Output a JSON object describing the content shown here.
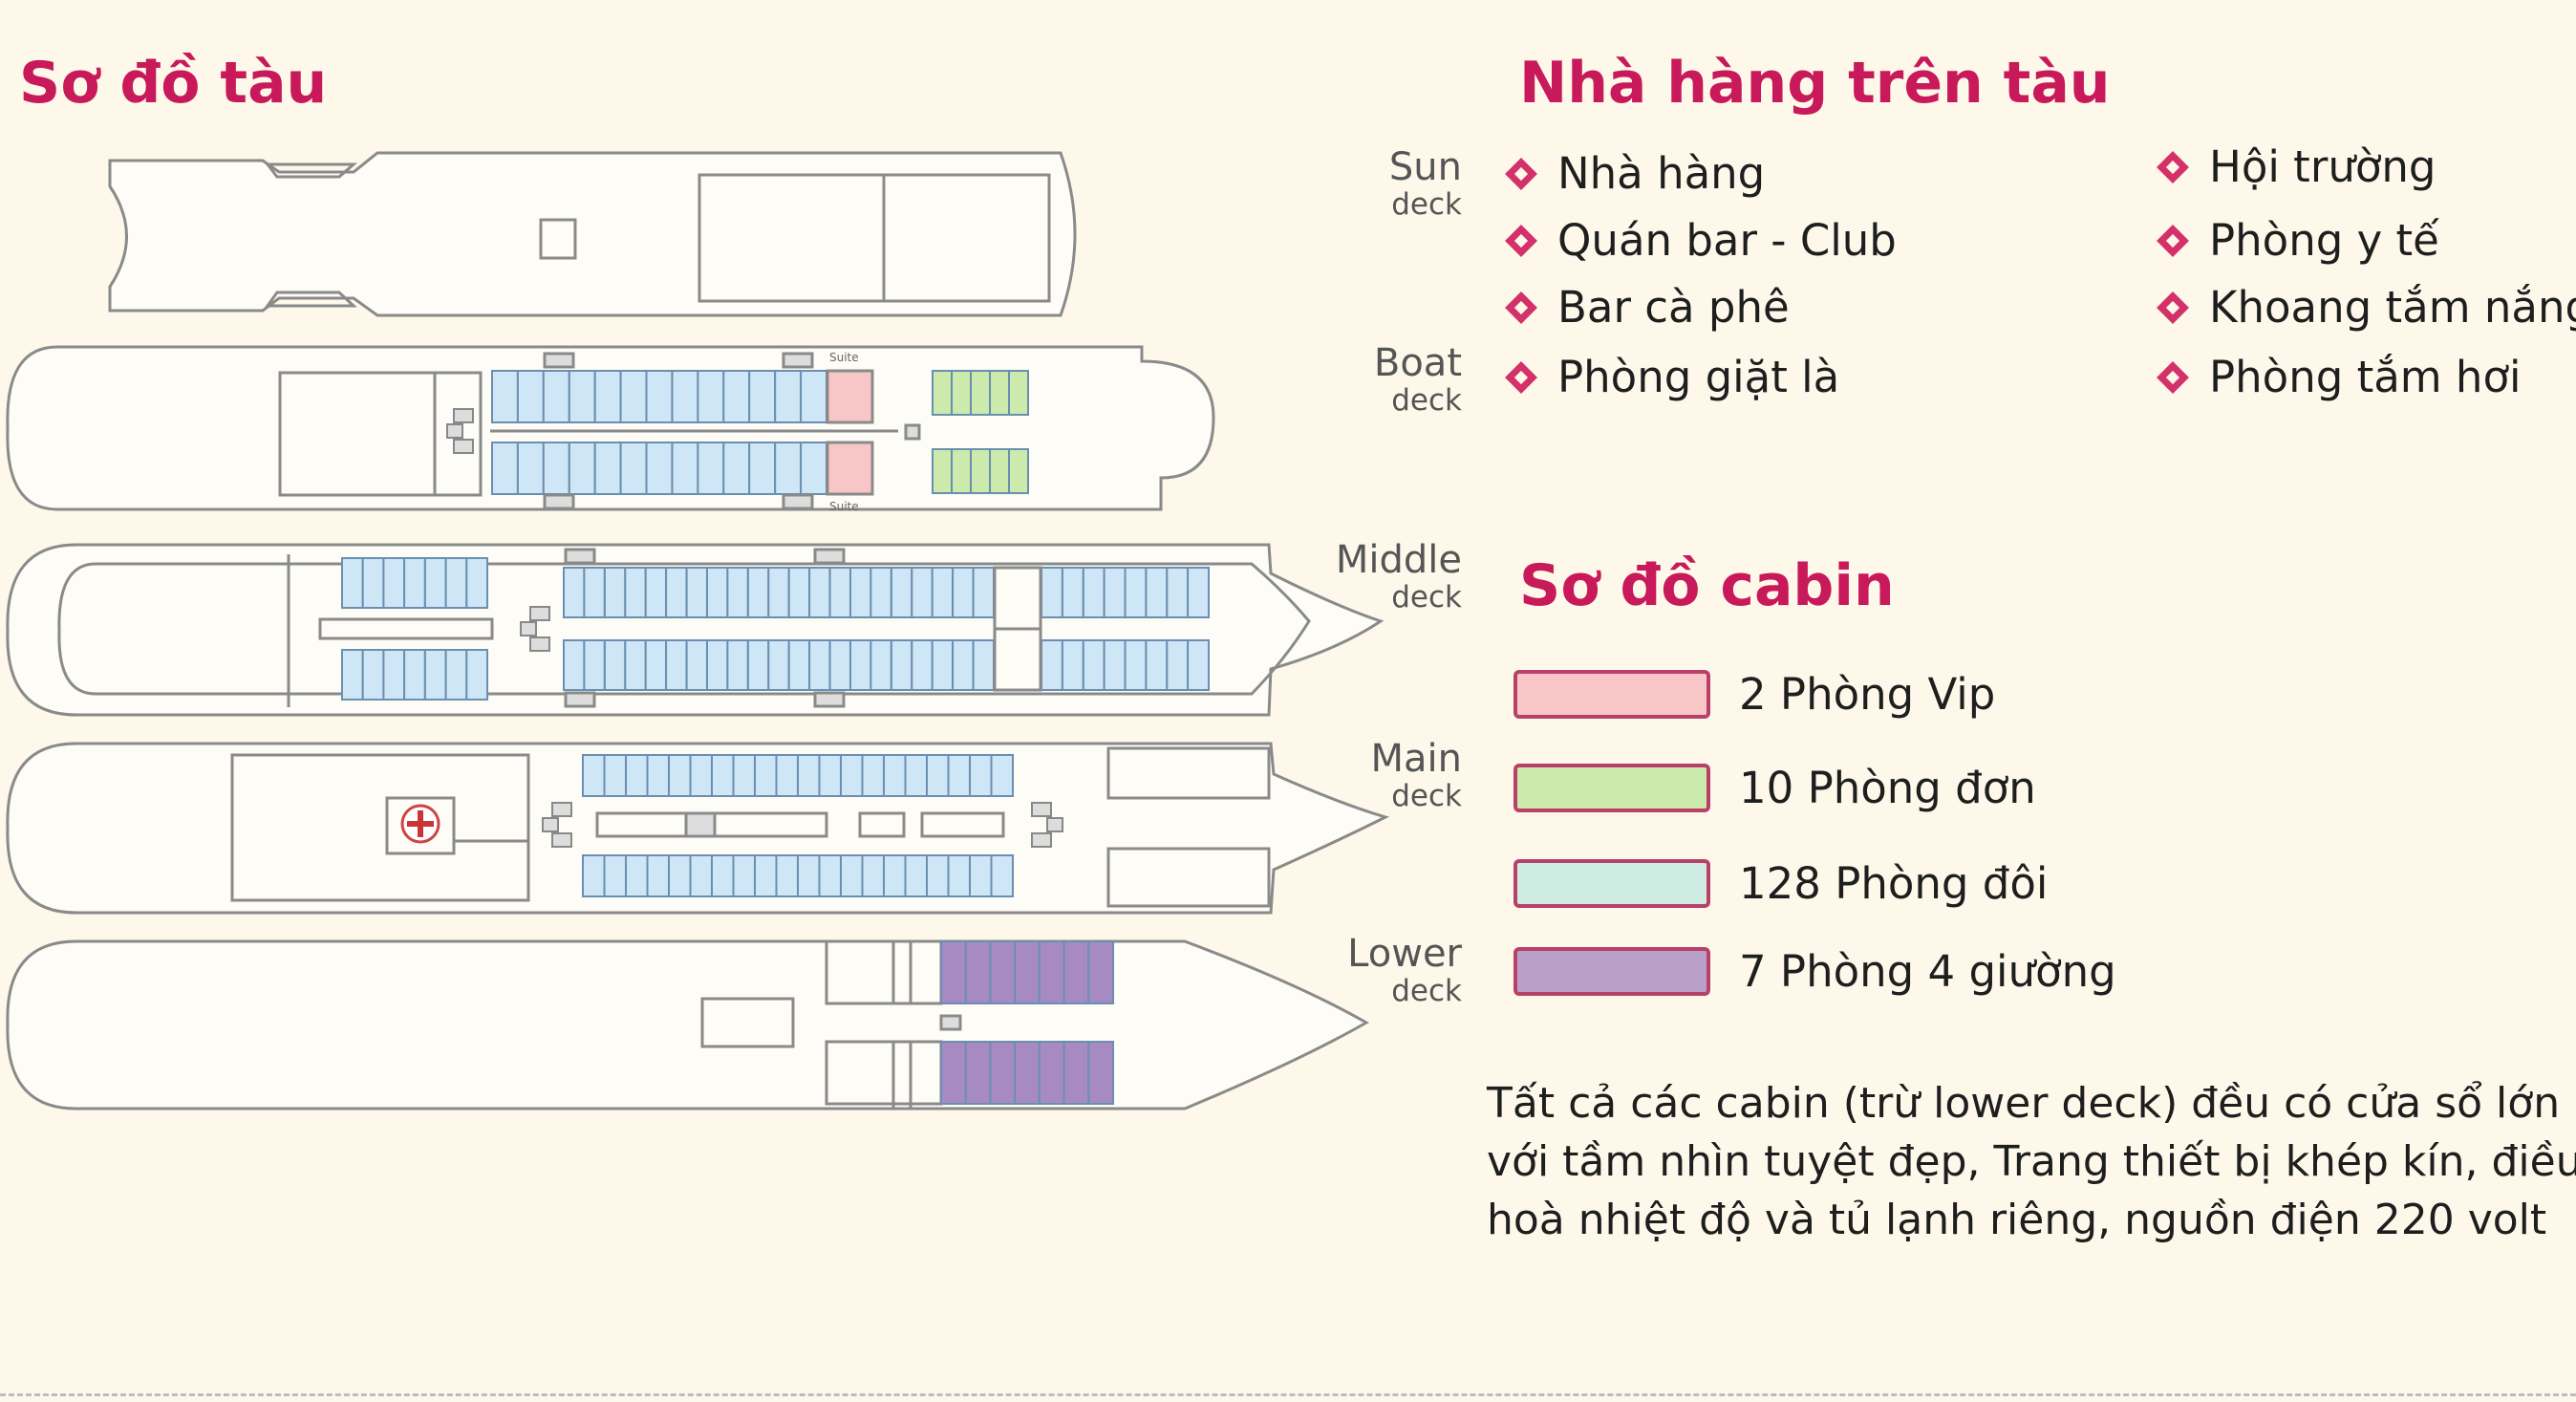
{
  "ship_map": {
    "title": "Sơ đồ tàu",
    "decks": [
      {
        "name": "Sun",
        "sub": "deck"
      },
      {
        "name": "Boat",
        "sub": "deck"
      },
      {
        "name": "Middle",
        "sub": "deck"
      },
      {
        "name": "Main",
        "sub": "deck"
      },
      {
        "name": "Lower",
        "sub": "deck"
      }
    ],
    "suite_labels": [
      "Suite",
      "Suite"
    ]
  },
  "restaurant": {
    "title": "Nhà hàng trên tàu",
    "facilities_left": [
      "Nhà hàng",
      "Quán bar - Club",
      "Bar cà phê",
      "Phòng giặt là"
    ],
    "facilities_right": [
      "Hội trường",
      "Phòng y tế",
      "Khoang tắm nắng",
      "Phòng tắm hơi"
    ]
  },
  "cabin_legend": {
    "title": "Sơ đồ cabin",
    "items": [
      {
        "label": "2 Phòng Vip",
        "color": "#f9c6c8"
      },
      {
        "label": "10 Phòng đơn",
        "color": "#cbeaac"
      },
      {
        "label": "128 Phòng đôi",
        "color": "#cfece2"
      },
      {
        "label": "7 Phòng 4 giường",
        "color": "#b9a0c9"
      }
    ]
  },
  "colors": {
    "accent": "#c8195a",
    "vip": "#f9c6c8",
    "single": "#cbeaac",
    "double": "#cfe6f6",
    "quad": "#a88ac2",
    "hull_outline": "#8a8a8a"
  },
  "note_lines": [
    "Tất cả các cabin (trừ lower deck) đều có cửa sổ lớn",
    "với tầm nhìn tuyệt đẹp, Trang thiết bị khép kín, điều",
    "hoà nhiệt độ và tủ lạnh riêng, nguồn điện 220 volt"
  ]
}
